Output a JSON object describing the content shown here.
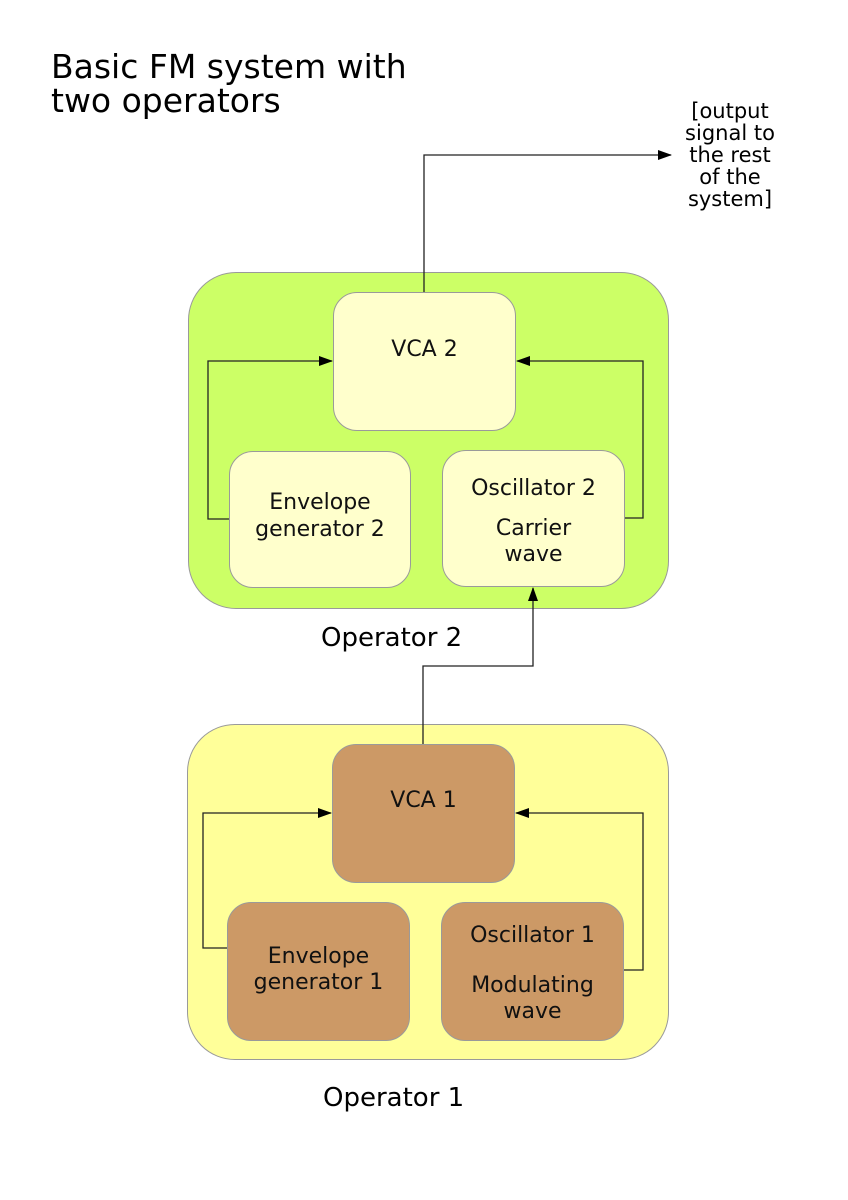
{
  "title": {
    "line1": "Basic FM system with",
    "line2": "two operators"
  },
  "output_label": {
    "lines": [
      "[output",
      "signal to",
      "the rest",
      "of the",
      "system]"
    ]
  },
  "operators": [
    {
      "label": "Operator 2",
      "color": "#ccff66",
      "box_color": "#ffffcc",
      "vca": "VCA 2",
      "envelope": [
        "Envelope",
        "generator 2"
      ],
      "oscillator": {
        "name": "Oscillator 2",
        "wave": [
          "Carrier",
          "wave"
        ]
      }
    },
    {
      "label": "Operator 1",
      "color": "#ffff99",
      "box_color": "#cc9966",
      "vca": "VCA 1",
      "envelope": [
        "Envelope",
        "generator 1"
      ],
      "oscillator": {
        "name": "Oscillator 1",
        "wave": [
          "Modulating",
          "wave"
        ]
      }
    }
  ],
  "connections": [
    {
      "from": "VCA 2",
      "to": "output signal"
    },
    {
      "from": "Envelope generator 2",
      "to": "VCA 2"
    },
    {
      "from": "Oscillator 2",
      "to": "VCA 2"
    },
    {
      "from": "VCA 1",
      "to": "Oscillator 2"
    },
    {
      "from": "Envelope generator 1",
      "to": "VCA 1"
    },
    {
      "from": "Oscillator 1",
      "to": "VCA 1"
    }
  ]
}
